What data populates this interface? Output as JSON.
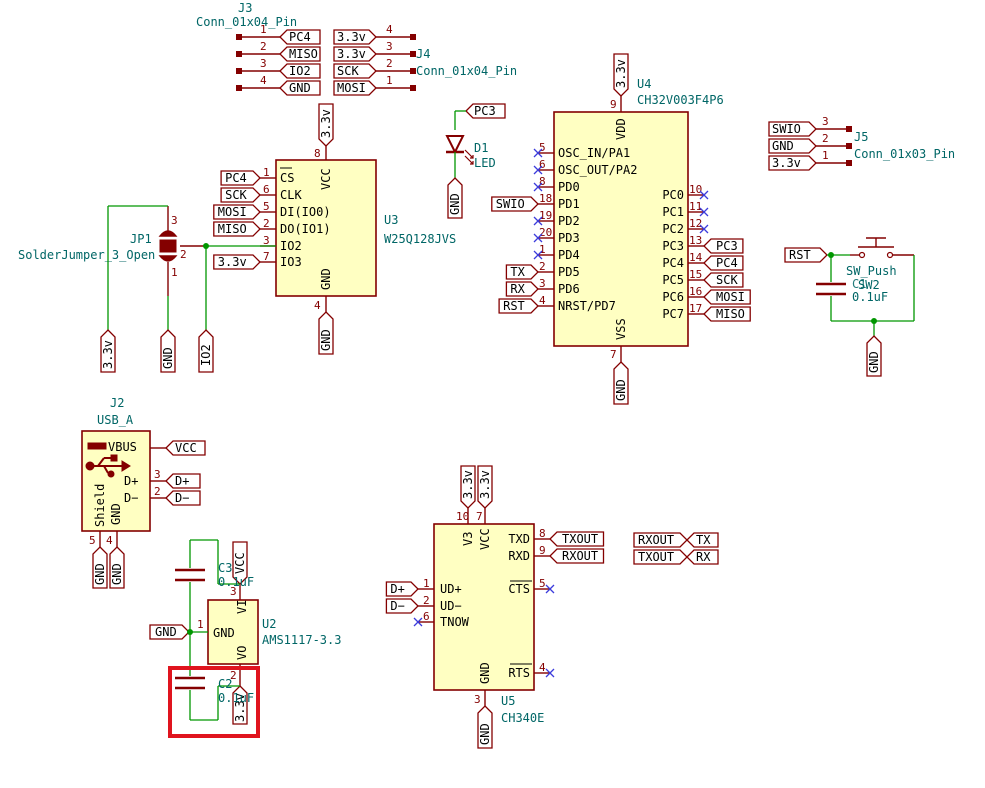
{
  "highlight_color": "#e0141e",
  "colors": {
    "body_fill": "#ffffc2",
    "outline": "#840000",
    "wire": "#009600",
    "reference": "#006666",
    "no_connect": "#3c3cdc"
  },
  "J3": {
    "ref": "J3",
    "value": "Conn_01x04_Pin",
    "pins": [
      {
        "num": "1",
        "net": "PC4"
      },
      {
        "num": "2",
        "net": "MISO"
      },
      {
        "num": "3",
        "net": "IO2"
      },
      {
        "num": "4",
        "net": "GND"
      }
    ]
  },
  "J4": {
    "ref": "J4",
    "value": "Conn_01x04_Pin",
    "pins": [
      {
        "num": "4",
        "net": "3.3v"
      },
      {
        "num": "3",
        "net": "3.3v"
      },
      {
        "num": "2",
        "net": "SCK"
      },
      {
        "num": "1",
        "net": "MOSI"
      }
    ]
  },
  "D1": {
    "ref": "D1",
    "value": "LED",
    "net_top": "PC3",
    "net_bottom": "GND"
  },
  "U4": {
    "ref": "U4",
    "value": "CH32V003F4P6",
    "vdd": {
      "name": "VDD",
      "num": "9",
      "net": "3.3v"
    },
    "vss": {
      "name": "VSS",
      "num": "7",
      "net": "GND"
    },
    "left_pins": [
      {
        "num": "5",
        "name": "OSC_IN/PA1",
        "net": ""
      },
      {
        "num": "6",
        "name": "OSC_OUT/PA2",
        "net": ""
      },
      {
        "num": "8",
        "name": "PD0",
        "net": ""
      },
      {
        "num": "18",
        "name": "PD1",
        "net": "SWIO"
      },
      {
        "num": "19",
        "name": "PD2",
        "net": ""
      },
      {
        "num": "20",
        "name": "PD3",
        "net": ""
      },
      {
        "num": "1",
        "name": "PD4",
        "net": ""
      },
      {
        "num": "2",
        "name": "PD5",
        "net": "TX"
      },
      {
        "num": "3",
        "name": "PD6",
        "net": "RX"
      },
      {
        "num": "4",
        "name": "NRST/PD7",
        "net": "RST"
      }
    ],
    "right_pins": [
      {
        "num": "10",
        "name": "PC0",
        "net": ""
      },
      {
        "num": "11",
        "name": "PC1",
        "net": ""
      },
      {
        "num": "12",
        "name": "PC2",
        "net": ""
      },
      {
        "num": "13",
        "name": "PC3",
        "net": "PC3"
      },
      {
        "num": "14",
        "name": "PC4",
        "net": "PC4"
      },
      {
        "num": "15",
        "name": "PC5",
        "net": "SCK"
      },
      {
        "num": "16",
        "name": "PC6",
        "net": "MOSI"
      },
      {
        "num": "17",
        "name": "PC7",
        "net": "MISO"
      }
    ]
  },
  "J5": {
    "ref": "J5",
    "value": "Conn_01x03_Pin",
    "pins": [
      {
        "num": "3",
        "net": "SWIO"
      },
      {
        "num": "2",
        "net": "GND"
      },
      {
        "num": "1",
        "net": "3.3v"
      }
    ]
  },
  "U3": {
    "ref": "U3",
    "value": "W25Q128JVS",
    "vcc": {
      "name": "VCC",
      "num": "8",
      "net": "3.3v"
    },
    "gnd": {
      "name": "GND",
      "num": "4",
      "net": "GND"
    },
    "pins": [
      {
        "num": "1",
        "name": "CS",
        "net": "PC4"
      },
      {
        "num": "6",
        "name": "CLK",
        "net": "SCK"
      },
      {
        "num": "5",
        "name": "DI(IO0)",
        "net": "MOSI"
      },
      {
        "num": "2",
        "name": "DO(IO1)",
        "net": "MISO"
      },
      {
        "num": "3",
        "name": "IO2",
        "net": ""
      },
      {
        "num": "7",
        "name": "IO3",
        "net": "3.3v"
      }
    ]
  },
  "JP1": {
    "ref": "JP1",
    "value": "SolderJumper_3_Open",
    "pin_top": "3",
    "pin_mid": "2",
    "pin_bottom": "1",
    "net_left": "3.3v",
    "net_bottom": "GND",
    "net_right": "IO2"
  },
  "SW2": {
    "ref": "SW2",
    "value": "SW_Push",
    "net": "RST",
    "net_gnd": "GND"
  },
  "C1": {
    "ref": "C1",
    "value": "0.1uF"
  },
  "J2": {
    "ref": "J2",
    "value": "USB_A",
    "pins": [
      {
        "num": "1",
        "name": "VBUS",
        "net": "VCC"
      },
      {
        "num": "3",
        "name": "D+",
        "net": "D+"
      },
      {
        "num": "2",
        "name": "D−",
        "net": "D−"
      }
    ],
    "shield_label": "Shield",
    "gnd_label": "GND",
    "shield_num": "5",
    "gnd_num": "4",
    "net_shield": "GND",
    "net_gnd": "GND"
  },
  "U5": {
    "ref": "U5",
    "value": "CH340E",
    "v3": {
      "name": "V3",
      "num": "10",
      "net": "3.3v"
    },
    "vcc": {
      "name": "VCC",
      "num": "7",
      "net": "3.3v"
    },
    "gnd": {
      "name": "GND",
      "num": "3",
      "net": "GND"
    },
    "left_pins": [
      {
        "num": "1",
        "name": "UD+",
        "net": "D+"
      },
      {
        "num": "2",
        "name": "UD−",
        "net": "D−"
      },
      {
        "num": "6",
        "name": "TNOW",
        "net": ""
      }
    ],
    "right_pins": [
      {
        "num": "8",
        "name": "TXD",
        "net": "TXOUT"
      },
      {
        "num": "9",
        "name": "RXD",
        "net": "RXOUT"
      },
      {
        "num": "5",
        "name": "CTS",
        "net": ""
      },
      {
        "num": "4",
        "name": "RTS",
        "net": ""
      }
    ]
  },
  "aliases": [
    {
      "a": "RXOUT",
      "b": "TX"
    },
    {
      "a": "TXOUT",
      "b": "RX"
    }
  ],
  "U2": {
    "ref": "U2",
    "value": "AMS1117-3.3",
    "gnd": {
      "name": "GND",
      "num": "1",
      "net": "GND"
    },
    "vi": {
      "name": "VI",
      "num": "3",
      "net": "VCC"
    },
    "vo": {
      "name": "VO",
      "num": "2",
      "net": "3.3v"
    }
  },
  "C3": {
    "ref": "C3",
    "value": "0.1uF"
  },
  "C2": {
    "ref": "C2",
    "value": "0.1uF"
  }
}
